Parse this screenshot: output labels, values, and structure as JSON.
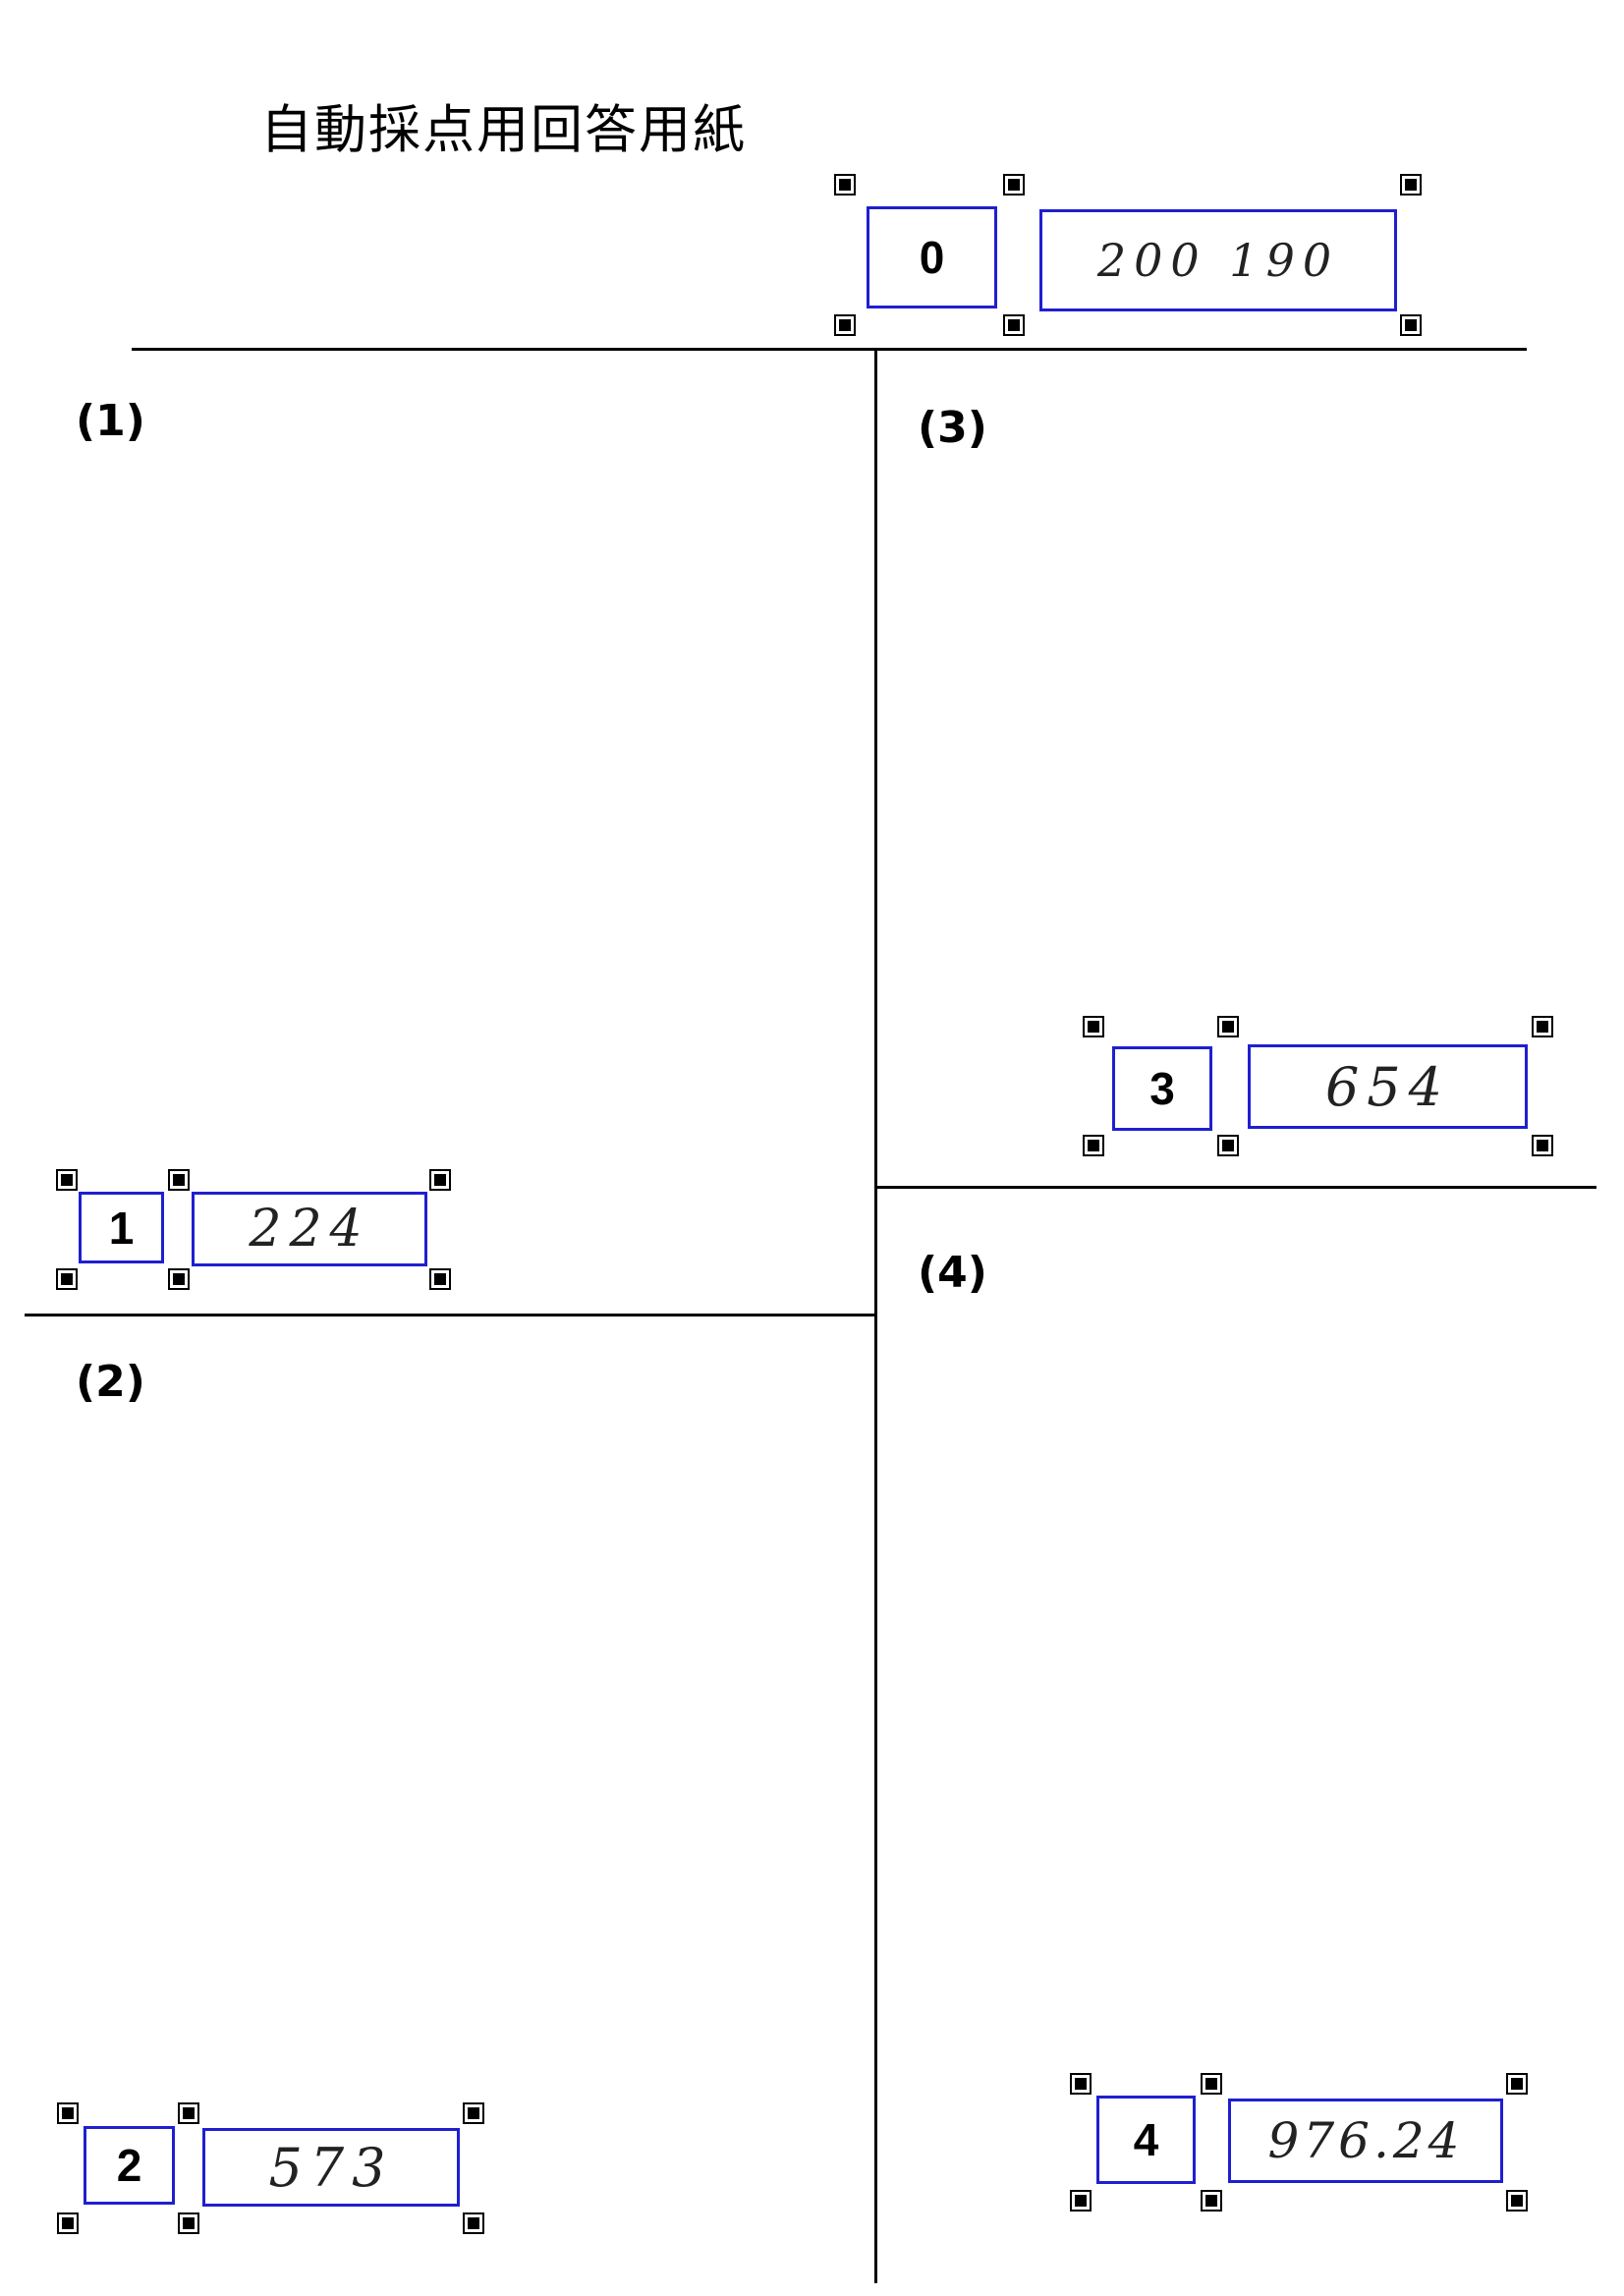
{
  "title": "自動採点用回答用紙",
  "header": {
    "number": "0",
    "answer": "200 190"
  },
  "questions": [
    {
      "label": "(1)",
      "number": "1",
      "answer": "224"
    },
    {
      "label": "(2)",
      "number": "2",
      "answer": "573"
    },
    {
      "label": "(3)",
      "number": "3",
      "answer": "654"
    },
    {
      "label": "(4)",
      "number": "4",
      "answer": "976.24"
    }
  ],
  "colors": {
    "box_border": "#1f1fd0",
    "line": "#000000"
  }
}
